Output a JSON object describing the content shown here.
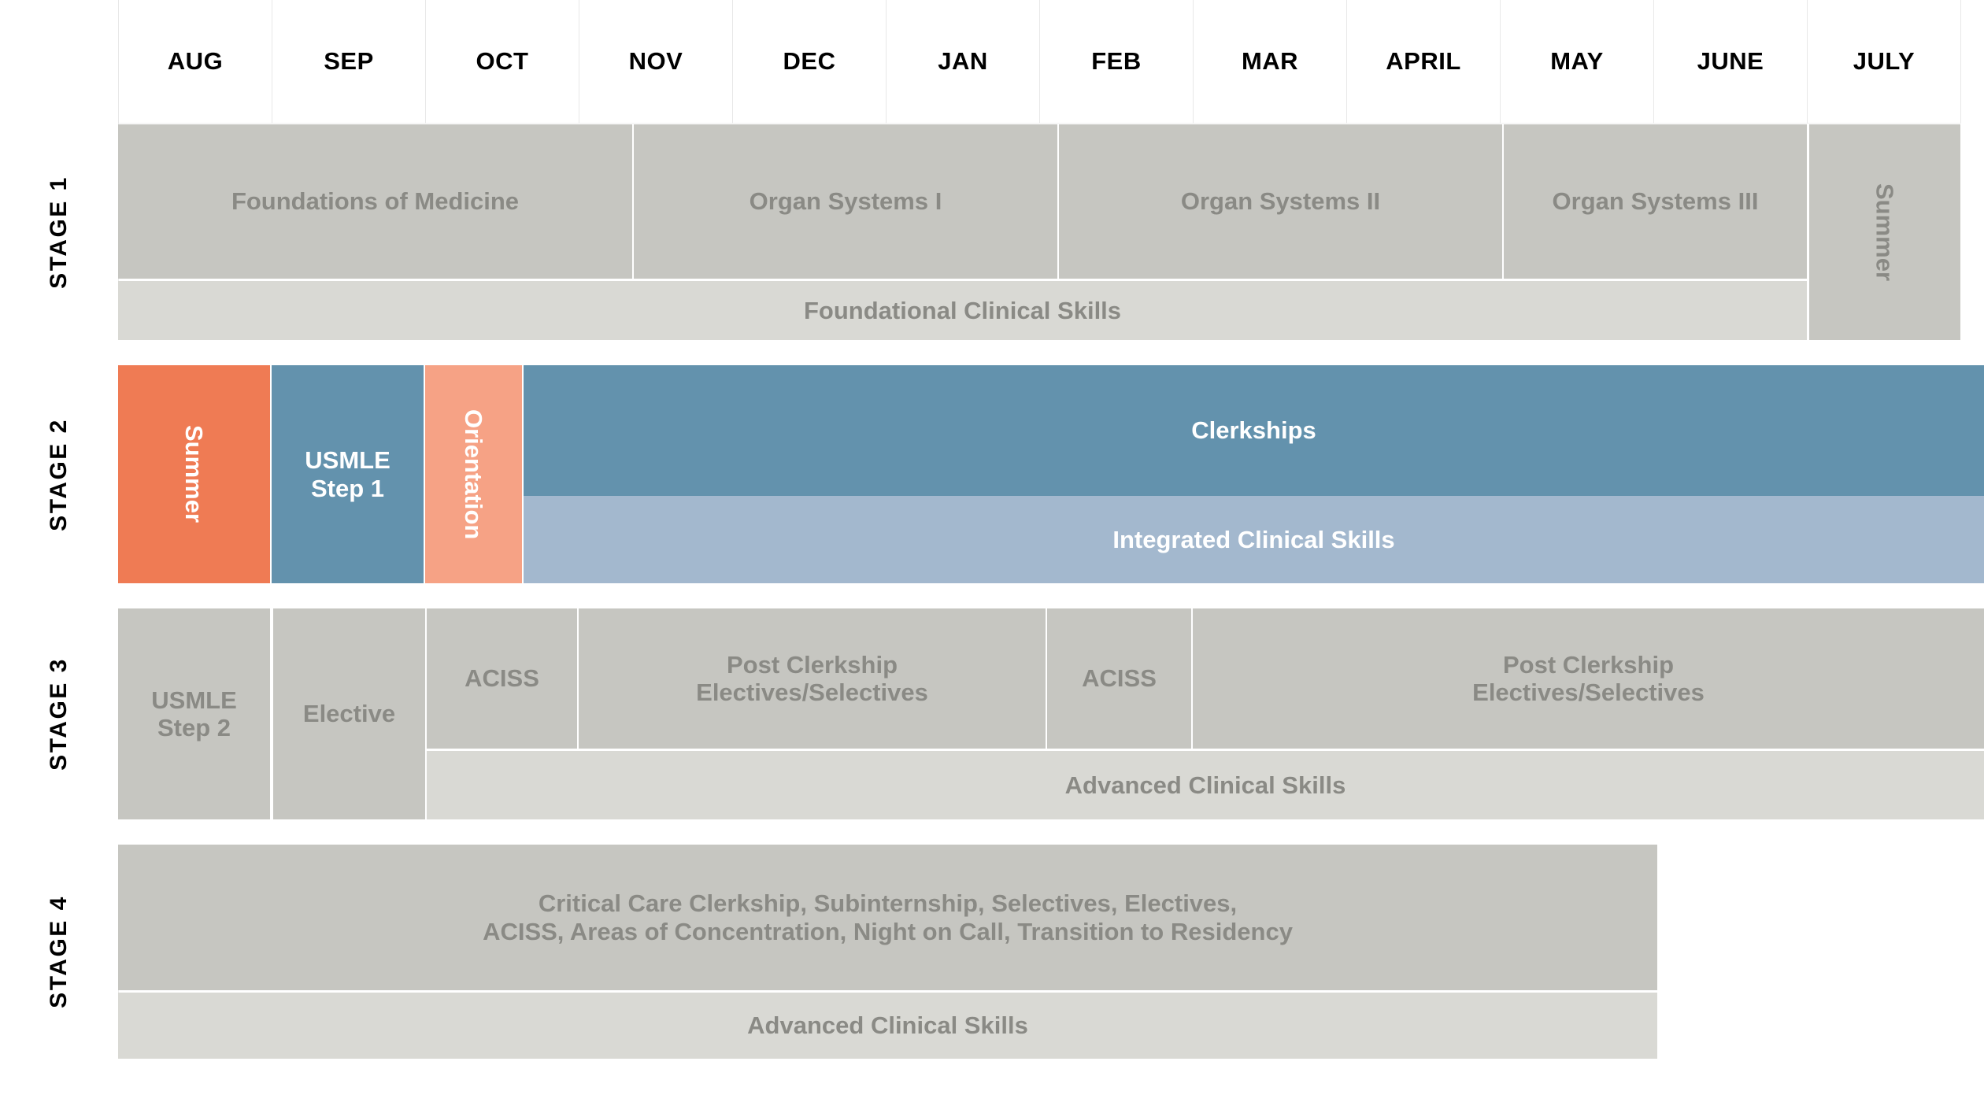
{
  "months": [
    "AUG",
    "SEP",
    "OCT",
    "NOV",
    "DEC",
    "JAN",
    "FEB",
    "MAR",
    "APRIL",
    "MAY",
    "JUNE",
    "JULY"
  ],
  "stages": [
    {
      "label": "STAGE 1"
    },
    {
      "label": "STAGE 2"
    },
    {
      "label": "STAGE 3"
    },
    {
      "label": "STAGE 4"
    }
  ],
  "stage1": {
    "courses": [
      {
        "label": "Foundations of Medicine"
      },
      {
        "label": "Organ Systems I"
      },
      {
        "label": "Organ Systems II"
      },
      {
        "label": "Organ Systems III"
      }
    ],
    "skills": {
      "label": "Foundational Clinical Skills"
    },
    "summer": {
      "label": "Summer"
    }
  },
  "stage2": {
    "summer": {
      "label": "Summer"
    },
    "usmle": {
      "label": "USMLE\nStep 1",
      "line1": "USMLE",
      "line2": "Step 1"
    },
    "orientation": {
      "label": "Orientation"
    },
    "clerkships": {
      "label": "Clerkships"
    },
    "skills": {
      "label": "Integrated Clinical Skills"
    }
  },
  "stage3": {
    "usmle": {
      "line1": "USMLE",
      "line2": "Step 2"
    },
    "elective": {
      "label": "Elective"
    },
    "aciss_1": {
      "label": "ACISS"
    },
    "post_clerkship_1": {
      "line1": "Post Clerkship",
      "line2": "Electives/Selectives"
    },
    "aciss_2": {
      "label": "ACISS"
    },
    "post_clerkship_2": {
      "line1": "Post Clerkship",
      "line2": "Electives/Selectives"
    },
    "skills": {
      "label": "Advanced Clinical Skills"
    }
  },
  "stage4": {
    "activities": {
      "line1": "Critical Care Clerkship, Subinternship, Selectives, Electives,",
      "line2": "ACISS, Areas of Concentration, Night on Call, Transition to Residency"
    },
    "skills": {
      "label": "Advanced Clinical Skills"
    }
  },
  "colors": {
    "grey_dark": "#c6c6c1",
    "grey_light": "#d9d9d4",
    "orange": "#ef7b54",
    "orange_light": "#f6a285",
    "blue": "#6392ad",
    "blue_light": "#a3b8ce",
    "text_grey": "#8a8a85",
    "text_black": "#000000",
    "text_white": "#ffffff"
  }
}
